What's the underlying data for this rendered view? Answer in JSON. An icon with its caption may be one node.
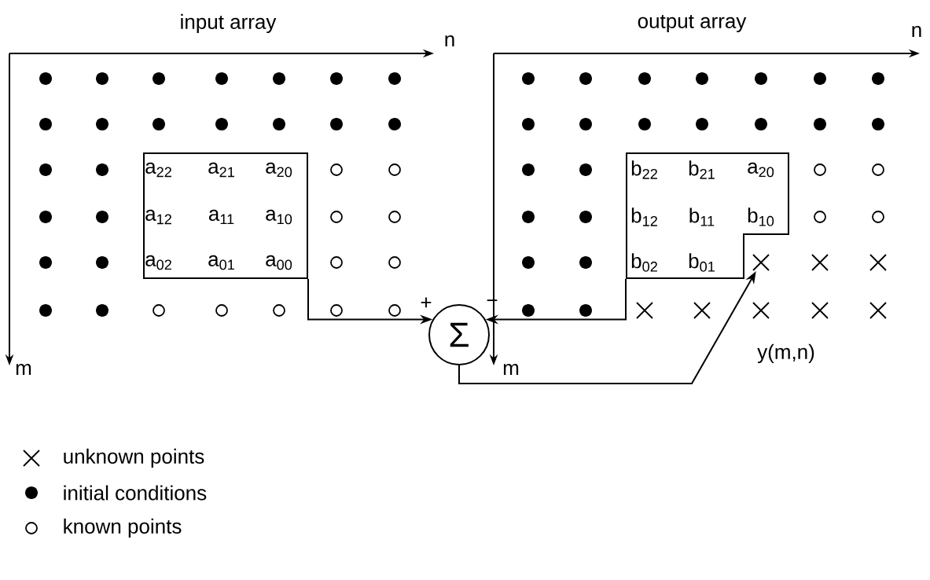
{
  "diagram": {
    "nodes": [
      {
        "text": [
          "a$_{22}$",
          "a$_{21}$",
          "a$_{20}$",
          "a$_{12}$",
          "a$_{11}$",
          "a$_{10}$",
          "a$_{02}$",
          "a$_{01}$",
          "a$_{00}$"
        ]
      },
      {
        "text": [
          "b$_{22}$",
          "b$_{21}$",
          "a$_{20}$",
          "b$_{12}$",
          "b$_{11}$",
          "b$_{10}$",
          "b$_{02}$",
          "b$_{01}$"
        ]
      },
      {
        "text": [
          "Σ"
        ],
        "beside": [
          "+",
          "−"
        ]
      },
      {
        "text": [],
        "shape": "cross"
      }
    ],
    "edges": [
      {
        "from": 0,
        "to": 2,
        "arrow": "to"
      },
      {
        "from": 1,
        "to": 2,
        "arrow": "to"
      },
      {
        "from": 2,
        "to": 3,
        "arrow": "to",
        "label": "y(m,n)"
      }
    ],
    "labels": [
      "input array",
      "n",
      "m",
      "output array",
      "n",
      "m"
    ],
    "legend": [
      {
        "text": "unknown points"
      },
      {
        "text": "initial conditions"
      },
      {
        "text": "known points"
      }
    ]
  }
}
